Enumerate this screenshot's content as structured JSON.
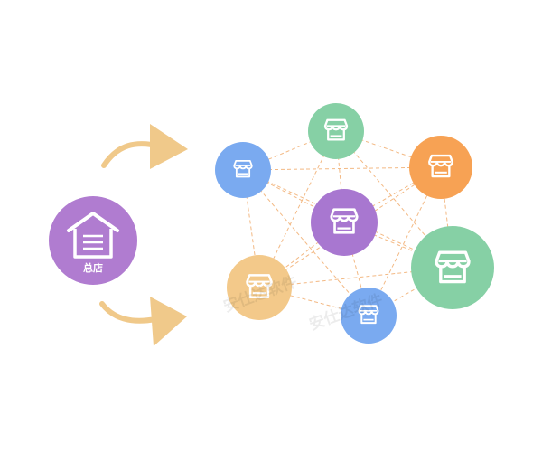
{
  "headquarters": {
    "label": "总店",
    "color": "#B07CD0",
    "icon": "house-icon"
  },
  "stores": [
    {
      "id": "top",
      "color": "#86D0A5",
      "icon": "storefront-icon"
    },
    {
      "id": "upper-left",
      "color": "#7AAAF0",
      "icon": "storefront-icon"
    },
    {
      "id": "center",
      "color": "#A877D0",
      "icon": "storefront-icon"
    },
    {
      "id": "upper-right",
      "color": "#F7A254",
      "icon": "storefront-icon"
    },
    {
      "id": "lower-left",
      "color": "#F3C98A",
      "icon": "storefront-icon"
    },
    {
      "id": "right",
      "color": "#86D0A5",
      "icon": "storefront-icon"
    },
    {
      "id": "bottom",
      "color": "#7AAAF0",
      "icon": "storefront-icon"
    }
  ],
  "arrows": {
    "color": "#F0C98A",
    "count": 2
  },
  "connector_color": "#F3B984",
  "watermark": {
    "text": "安仕达软件"
  }
}
